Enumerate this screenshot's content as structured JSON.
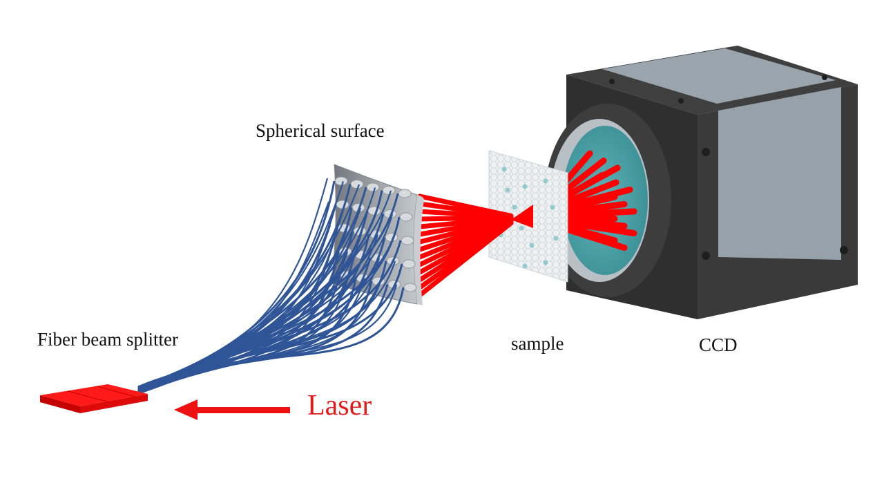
{
  "diagram": {
    "title": "Lensless multi-angle illumination imaging setup",
    "labels": {
      "spherical_surface": "Spherical surface",
      "fiber_beam_splitter": "Fiber beam splitter",
      "sample": "sample",
      "ccd": "CCD",
      "laser": "Laser"
    },
    "components": [
      {
        "id": "fiber-beam-splitter",
        "name": "Fiber beam splitter",
        "color": "#ee1111"
      },
      {
        "id": "optical-fibers",
        "name": "Optical fibers",
        "color": "#2f5597"
      },
      {
        "id": "spherical-surface",
        "name": "Spherical surface",
        "color": "#9ea3a8"
      },
      {
        "id": "light-beams",
        "name": "Light beams",
        "color": "#ff0000"
      },
      {
        "id": "sample",
        "name": "sample",
        "color": "#d9e8ea"
      },
      {
        "id": "ccd",
        "name": "CCD",
        "color": "#3a3a3a"
      }
    ],
    "connector_grid": {
      "rows": 5,
      "cols": 5
    },
    "flow": [
      "Laser",
      "Fiber beam splitter",
      "Spherical surface",
      "sample",
      "CCD"
    ],
    "colors": {
      "laser_text": "#e31b1b",
      "arrow": "#ee1111",
      "fiber": "#2f5597",
      "beam": "#ff0000",
      "ccd_body": "#3c3c3c",
      "ccd_side": "#97a1aa",
      "sensor": "#4aa3a8"
    }
  }
}
